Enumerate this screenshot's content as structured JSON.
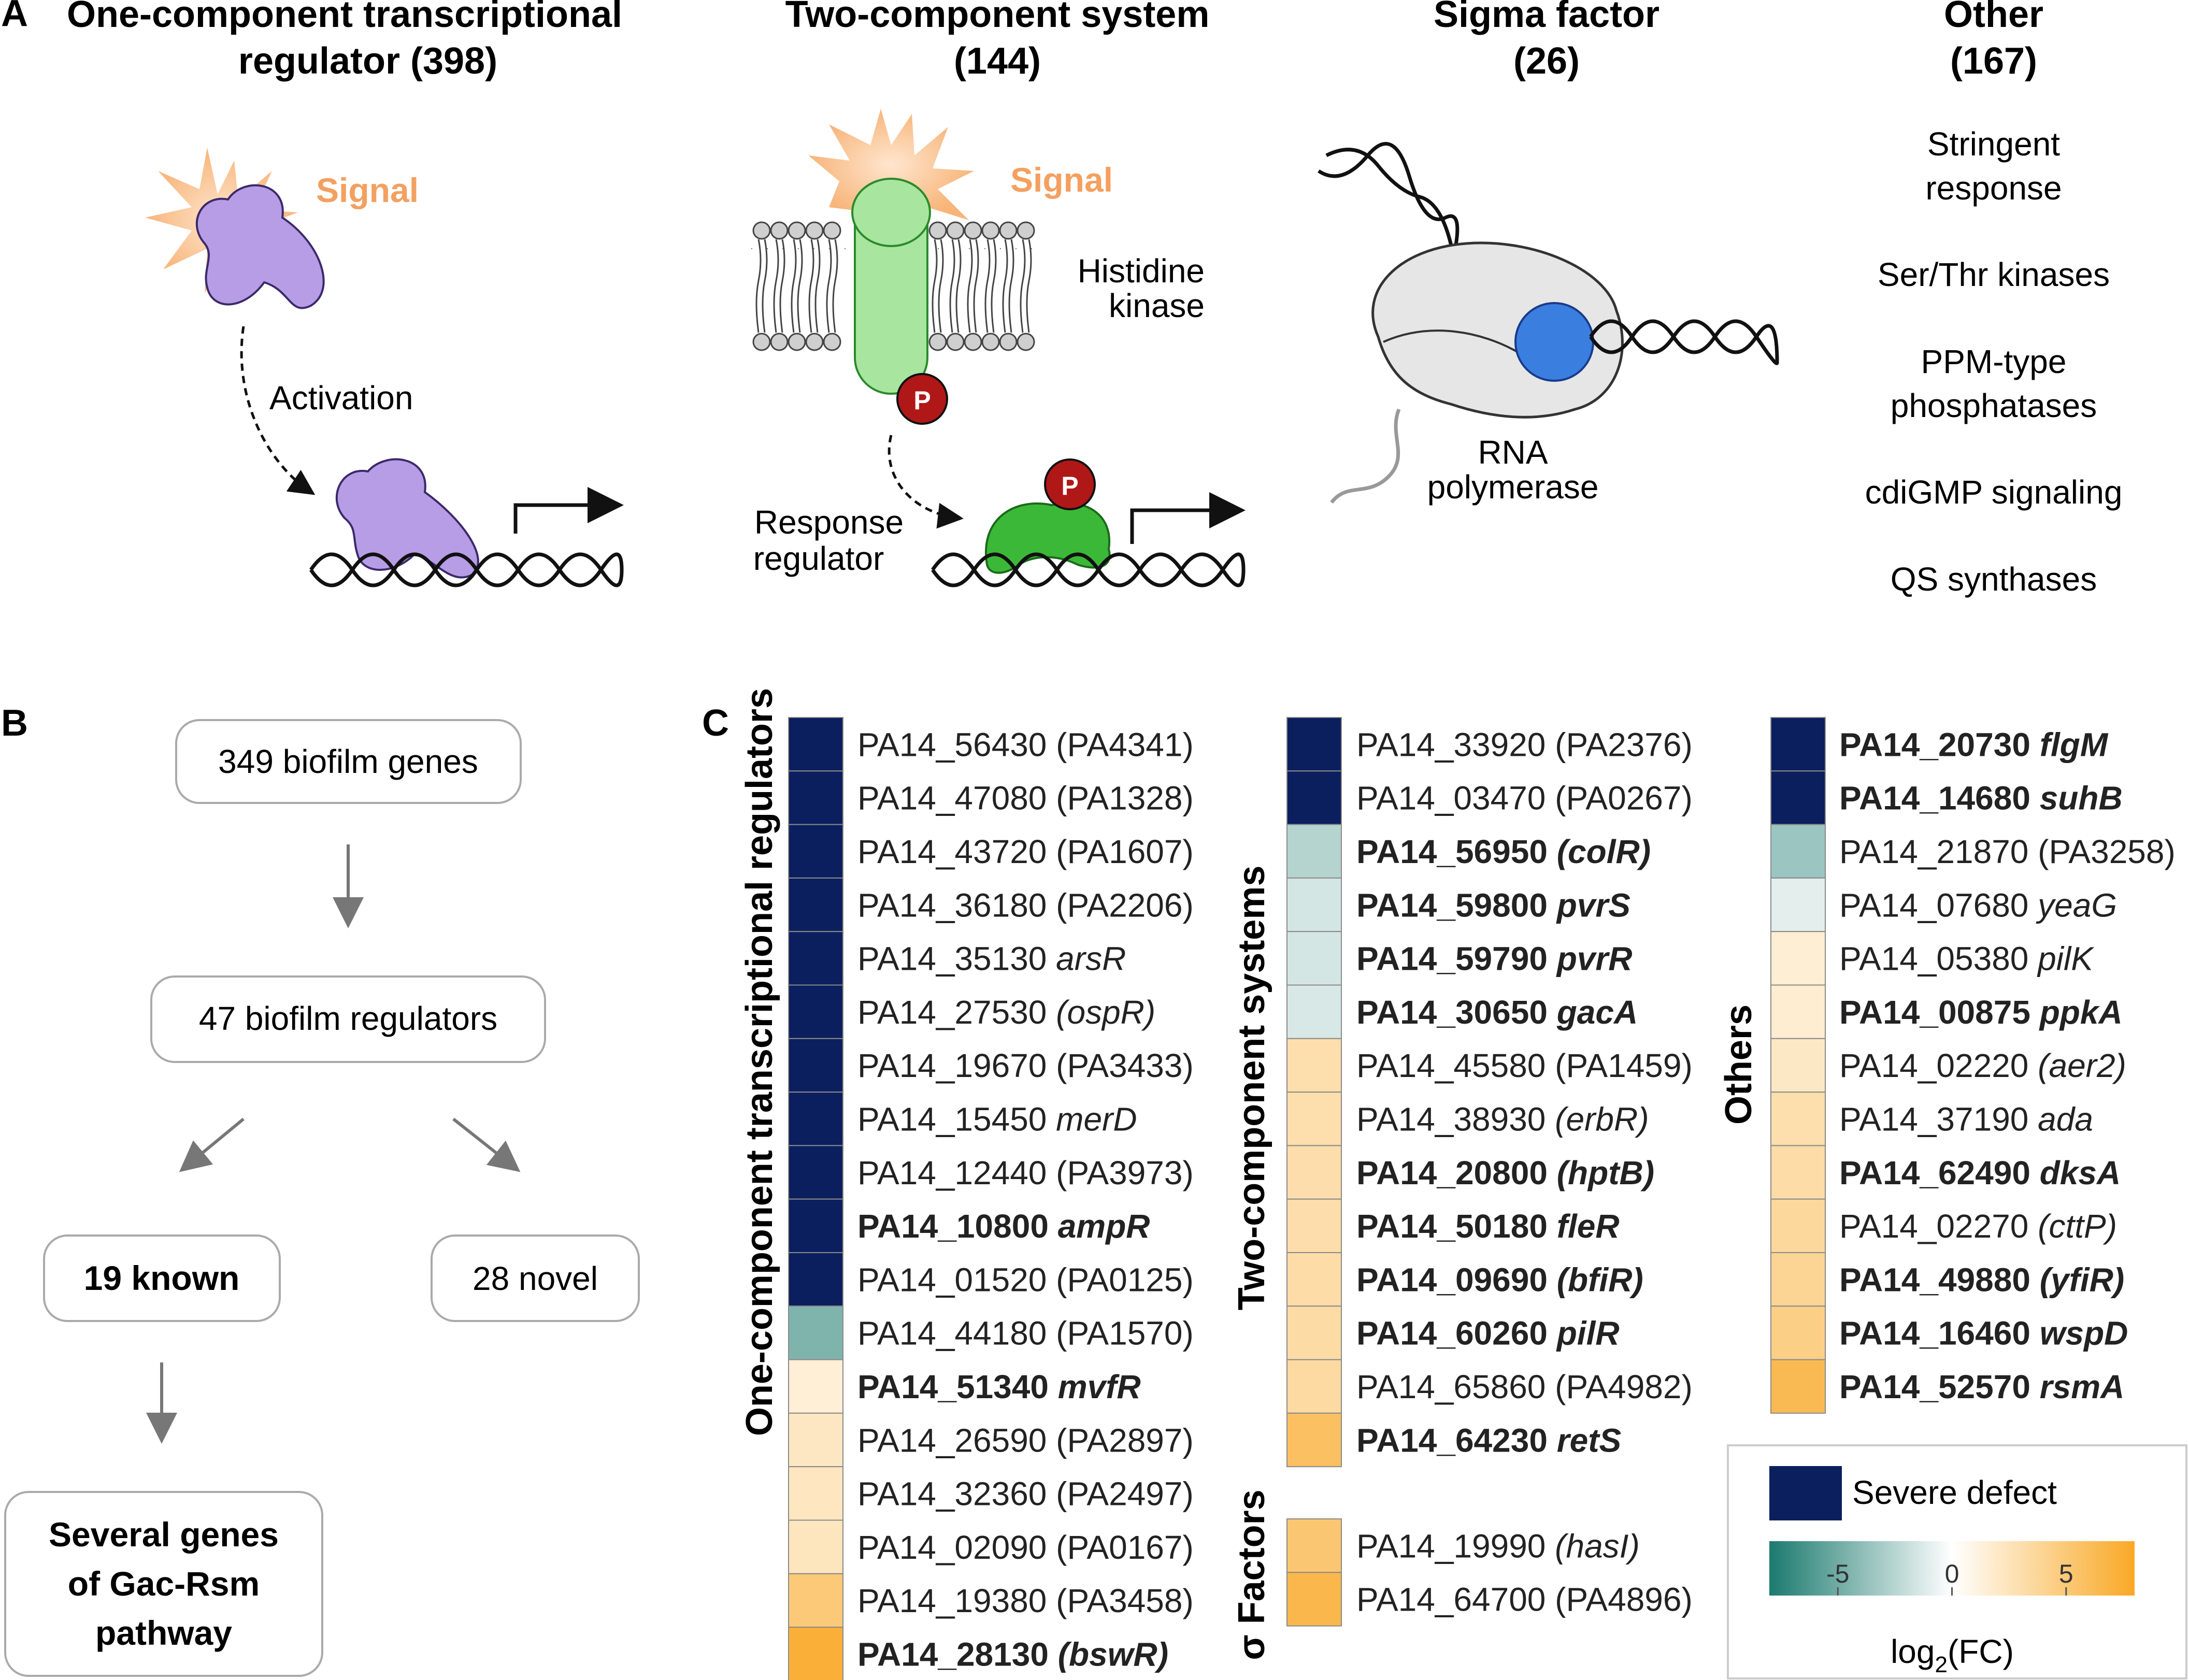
{
  "panel_a": {
    "label": "A",
    "columns": [
      {
        "title_line1": "One-component transcriptional",
        "title_line2": "regulator (398)"
      },
      {
        "title_line1": "Two-component system",
        "title_line2": "(144)"
      },
      {
        "title_line1": "Sigma factor",
        "title_line2": "(26)"
      },
      {
        "title_line1": "Other",
        "title_line2": "(167)"
      }
    ],
    "signal_label": "Signal",
    "activation_label": "Activation",
    "histidine_kinase_line1": "Histidine",
    "histidine_kinase_line2": "kinase",
    "response_regulator_line1": "Response",
    "response_regulator_line2": "regulator",
    "phospho_label": "P",
    "rna_polymerase_line1": "RNA",
    "rna_polymerase_line2": "polymerase",
    "other_items": [
      {
        "line1": "Stringent",
        "line2": "response"
      },
      {
        "line1": "Ser/Thr kinases",
        "line2": ""
      },
      {
        "line1": "PPM-type",
        "line2": "phosphatases"
      },
      {
        "line1": "cdiGMP signaling",
        "line2": ""
      },
      {
        "line1": "QS synthases",
        "line2": ""
      }
    ],
    "colors": {
      "signal": "#f4a060",
      "regulator": "#b79ce6",
      "kinase": "#a8e6a0",
      "response_regulator": "#3cb838",
      "phosphate": "#b01818",
      "sigma": "#3a7fe0"
    }
  },
  "panel_b": {
    "label": "B",
    "box_biofilm_genes": "349 biofilm genes",
    "box_biofilm_regulators": "47 biofilm regulators",
    "box_known": "19 known",
    "box_novel": "28 novel",
    "box_gac_line1": "Several genes",
    "box_gac_line2": "of Gac-Rsm",
    "box_gac_line3": "pathway"
  },
  "panel_c": {
    "label": "C",
    "groups": [
      {
        "name": "One-component transcriptional regulators",
        "rows": [
          {
            "id": "PA14_56430",
            "gene": "(PA4341)",
            "bold": false,
            "italic_gene": false,
            "severe": true,
            "log2fc": null
          },
          {
            "id": "PA14_47080",
            "gene": "(PA1328)",
            "bold": false,
            "italic_gene": false,
            "severe": true,
            "log2fc": null
          },
          {
            "id": "PA14_43720",
            "gene": "(PA1607)",
            "bold": false,
            "italic_gene": false,
            "severe": true,
            "log2fc": null
          },
          {
            "id": "PA14_36180",
            "gene": "(PA2206)",
            "bold": false,
            "italic_gene": false,
            "severe": true,
            "log2fc": null
          },
          {
            "id": "PA14_35130",
            "gene": "arsR",
            "bold": false,
            "italic_gene": true,
            "severe": true,
            "log2fc": null
          },
          {
            "id": "PA14_27530",
            "gene": "(ospR)",
            "bold": false,
            "italic_gene": true,
            "severe": true,
            "log2fc": null
          },
          {
            "id": "PA14_19670",
            "gene": "(PA3433)",
            "bold": false,
            "italic_gene": false,
            "severe": true,
            "log2fc": null
          },
          {
            "id": "PA14_15450",
            "gene": "merD",
            "bold": false,
            "italic_gene": true,
            "severe": true,
            "log2fc": null
          },
          {
            "id": "PA14_12440",
            "gene": "(PA3973)",
            "bold": false,
            "italic_gene": false,
            "severe": true,
            "log2fc": null
          },
          {
            "id": "PA14_10800",
            "gene": "ampR",
            "bold": true,
            "italic_gene": true,
            "severe": true,
            "log2fc": null
          },
          {
            "id": "PA14_01520",
            "gene": "(PA0125)",
            "bold": false,
            "italic_gene": false,
            "severe": true,
            "log2fc": null
          },
          {
            "id": "PA14_44180",
            "gene": "(PA1570)",
            "bold": false,
            "italic_gene": false,
            "severe": false,
            "log2fc": -4.5
          },
          {
            "id": "PA14_51340",
            "gene": "mvfR",
            "bold": true,
            "italic_gene": true,
            "severe": false,
            "log2fc": 1.5
          },
          {
            "id": "PA14_26590",
            "gene": "(PA2897)",
            "bold": false,
            "italic_gene": false,
            "severe": false,
            "log2fc": 2.2
          },
          {
            "id": "PA14_32360",
            "gene": "(PA2497)",
            "bold": false,
            "italic_gene": false,
            "severe": false,
            "log2fc": 2.3
          },
          {
            "id": "PA14_02090",
            "gene": "(PA0167)",
            "bold": false,
            "italic_gene": false,
            "severe": false,
            "log2fc": 2.4
          },
          {
            "id": "PA14_19380",
            "gene": "(PA3458)",
            "bold": false,
            "italic_gene": false,
            "severe": false,
            "log2fc": 5.0
          },
          {
            "id": "PA14_28130",
            "gene": "(bswR)",
            "bold": true,
            "italic_gene": true,
            "severe": false,
            "log2fc": 7.3
          }
        ]
      },
      {
        "name": "Two-component systems",
        "rows": [
          {
            "id": "PA14_33920",
            "gene": "(PA2376)",
            "bold": false,
            "italic_gene": false,
            "severe": true,
            "log2fc": null
          },
          {
            "id": "PA14_03470",
            "gene": "(PA0267)",
            "bold": false,
            "italic_gene": false,
            "severe": true,
            "log2fc": null
          },
          {
            "id": "PA14_56950",
            "gene": "(colR)",
            "bold": true,
            "italic_gene": true,
            "severe": false,
            "log2fc": -2.6
          },
          {
            "id": "PA14_59800",
            "gene": "pvrS",
            "bold": true,
            "italic_gene": true,
            "severe": false,
            "log2fc": -1.5
          },
          {
            "id": "PA14_59790",
            "gene": "pvrR",
            "bold": true,
            "italic_gene": true,
            "severe": false,
            "log2fc": -1.5
          },
          {
            "id": "PA14_30650",
            "gene": "gacA",
            "bold": true,
            "italic_gene": true,
            "severe": false,
            "log2fc": -1.4
          },
          {
            "id": "PA14_45580",
            "gene": "(PA1459)",
            "bold": false,
            "italic_gene": false,
            "severe": false,
            "log2fc": 3.0
          },
          {
            "id": "PA14_38930",
            "gene": "(erbR)",
            "bold": false,
            "italic_gene": true,
            "severe": false,
            "log2fc": 3.0
          },
          {
            "id": "PA14_20800",
            "gene": "(hptB)",
            "bold": true,
            "italic_gene": true,
            "severe": false,
            "log2fc": 3.1
          },
          {
            "id": "PA14_50180",
            "gene": "fleR",
            "bold": true,
            "italic_gene": true,
            "severe": false,
            "log2fc": 3.1
          },
          {
            "id": "PA14_09690",
            "gene": "(bfiR)",
            "bold": true,
            "italic_gene": true,
            "severe": false,
            "log2fc": 3.2
          },
          {
            "id": "PA14_60260",
            "gene": "pilR",
            "bold": true,
            "italic_gene": true,
            "severe": false,
            "log2fc": 3.3
          },
          {
            "id": "PA14_65860",
            "gene": "(PA4982)",
            "bold": false,
            "italic_gene": false,
            "severe": false,
            "log2fc": 3.4
          },
          {
            "id": "PA14_64230",
            "gene": "retS",
            "bold": true,
            "italic_gene": true,
            "severe": false,
            "log2fc": 5.8
          }
        ]
      },
      {
        "name": "σ Factors",
        "rows": [
          {
            "id": "PA14_19990",
            "gene": "(hasI)",
            "bold": false,
            "italic_gene": true,
            "severe": false,
            "log2fc": 5.2
          },
          {
            "id": "PA14_64700",
            "gene": "(PA4896)",
            "bold": false,
            "italic_gene": false,
            "severe": false,
            "log2fc": 6.6
          }
        ]
      },
      {
        "name": "Others",
        "rows": [
          {
            "id": "PA14_20730",
            "gene": "flgM",
            "bold": true,
            "italic_gene": true,
            "severe": true,
            "log2fc": null
          },
          {
            "id": "PA14_14680",
            "gene": "suhB",
            "bold": true,
            "italic_gene": true,
            "severe": true,
            "log2fc": null
          },
          {
            "id": "PA14_21870",
            "gene": "(PA3258)",
            "bold": false,
            "italic_gene": false,
            "severe": false,
            "log2fc": -3.5
          },
          {
            "id": "PA14_07680",
            "gene": "yeaG",
            "bold": false,
            "italic_gene": true,
            "severe": false,
            "log2fc": -1.0
          },
          {
            "id": "PA14_05380",
            "gene": "pilK",
            "bold": false,
            "italic_gene": true,
            "severe": false,
            "log2fc": 1.6
          },
          {
            "id": "PA14_00875",
            "gene": "ppkA",
            "bold": true,
            "italic_gene": true,
            "severe": false,
            "log2fc": 1.7
          },
          {
            "id": "PA14_02220",
            "gene": "(aer2)",
            "bold": false,
            "italic_gene": true,
            "severe": false,
            "log2fc": 2.1
          },
          {
            "id": "PA14_37190",
            "gene": "ada",
            "bold": false,
            "italic_gene": true,
            "severe": false,
            "log2fc": 3.0
          },
          {
            "id": "PA14_62490",
            "gene": "dksA",
            "bold": true,
            "italic_gene": true,
            "severe": false,
            "log2fc": 3.2
          },
          {
            "id": "PA14_02270",
            "gene": "(cttP)",
            "bold": false,
            "italic_gene": true,
            "severe": false,
            "log2fc": 3.6
          },
          {
            "id": "PA14_49880",
            "gene": "(yfiR)",
            "bold": true,
            "italic_gene": true,
            "severe": false,
            "log2fc": 3.9
          },
          {
            "id": "PA14_16460",
            "gene": "wspD",
            "bold": true,
            "italic_gene": true,
            "severe": false,
            "log2fc": 4.4
          },
          {
            "id": "PA14_52570",
            "gene": "rsmA",
            "bold": true,
            "italic_gene": true,
            "severe": false,
            "log2fc": 6.3
          }
        ]
      }
    ],
    "legend": {
      "severe_label": "Severe defect",
      "severe_color": "#0b1f5e",
      "scale_min": -8,
      "scale_max": 8,
      "ticks": [
        "-5",
        "0",
        "5"
      ],
      "tick_values": [
        -5,
        0,
        5
      ],
      "axis_label_main": "log",
      "axis_label_sub": "2",
      "axis_label_tail": "(FC)",
      "color_negative": "#1b7a6e",
      "color_zero": "#ffffff",
      "color_positive": "#f9a825"
    }
  }
}
